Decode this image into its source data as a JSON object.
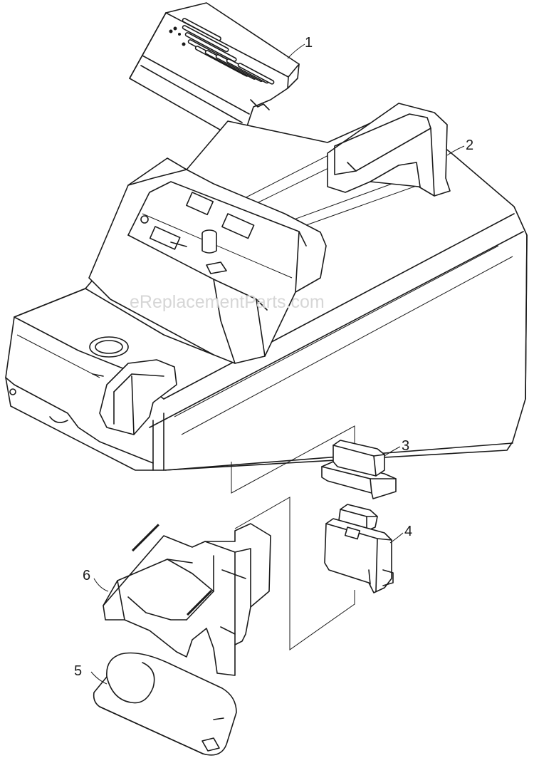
{
  "watermark": "eReplacementParts.com",
  "callouts": [
    {
      "id": "1",
      "label": "1"
    },
    {
      "id": "2",
      "label": "2"
    },
    {
      "id": "3",
      "label": "3"
    },
    {
      "id": "4",
      "label": "4"
    },
    {
      "id": "5",
      "label": "5"
    },
    {
      "id": "6",
      "label": "6"
    }
  ]
}
